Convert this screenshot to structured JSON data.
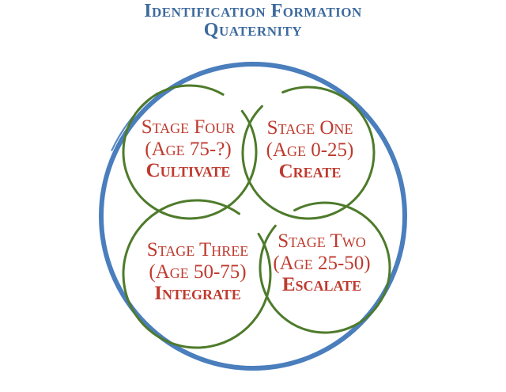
{
  "title": {
    "line1": "Identification Formation",
    "line2": "Quaternity"
  },
  "colors": {
    "title_text": "#3D6A9E",
    "outer_circle": "#4A7EBC",
    "stage_circle": "#4E7B2B",
    "stage_text": "#BF3A2E"
  },
  "stages": [
    {
      "name": "Stage One",
      "age": "(Age 0-25)",
      "action": "Create"
    },
    {
      "name": "Stage Two",
      "age": "(Age 25-50)",
      "action": "Escalate"
    },
    {
      "name": "Stage Three",
      "age": "(Age 50-75)",
      "action": "Integrate"
    },
    {
      "name": "Stage Four",
      "age": "(Age 75-?)",
      "action": "Cultivate"
    }
  ]
}
